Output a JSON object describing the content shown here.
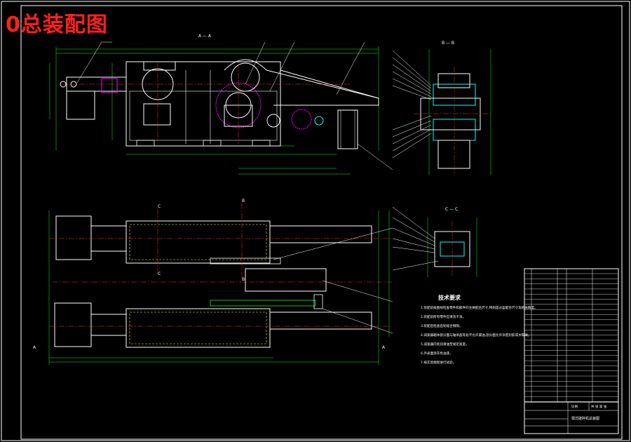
{
  "title": "0总装配图",
  "section_labels": {
    "aa": "A — A",
    "bb": "B — B",
    "cc": "C — C",
    "b_mark": "B",
    "c_mark": "C",
    "a_mark": "A"
  },
  "tech_requirements": {
    "heading": "技术要求",
    "items": [
      "1.装配前按图样检查零件和部件的主要配合尺寸,特别是过盈配合尺寸及相关精度。",
      "2.装配前所有零件应清洗干净。",
      "3.装配后检查齿轮啮合侧隙。",
      "4.减速器箱体剖分面与轴承盖等处不允许漏油,剖分面允许涂密封胶或水玻璃。",
      "5.减速器内装润滑油至规定高度。",
      "6.外表面涂灰色油漆。",
      "7.按实验规程进行试验。"
    ]
  },
  "title_block": {
    "drawing_name": "颚式破碎机总装图",
    "scale_label": "比例",
    "sheet_label": "共 张 第 张"
  },
  "colors": {
    "background": "#000000",
    "frame": "#ffffff",
    "outline": "#ffffff",
    "dimension": "#00ff00",
    "centerline": "#ff3030",
    "hidden": "#ffff00",
    "part": "#00ffff",
    "accent": "#ff00ff",
    "title": "#ff2020"
  }
}
